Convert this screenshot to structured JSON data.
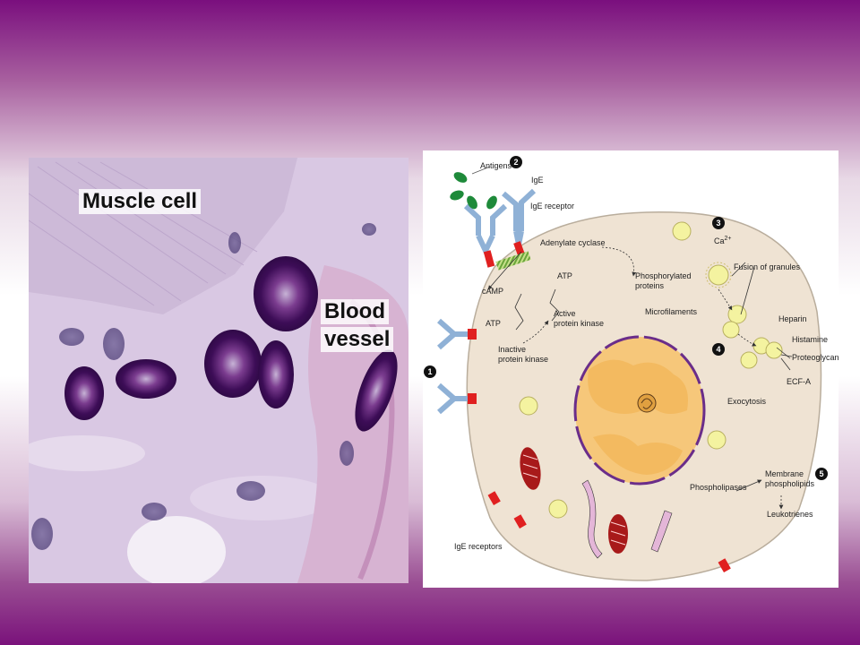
{
  "micrograph": {
    "label_muscle": "Muscle cell",
    "label_vessel_1": "Blood",
    "label_vessel_2": "vessel"
  },
  "diagram": {
    "steps": [
      "1",
      "2",
      "3",
      "4",
      "5"
    ],
    "labels": {
      "antigens": "Antigens",
      "ige": "IgE",
      "ige_receptor": "IgE receptor",
      "adenylate_cyclase": "Adenylate cyclase",
      "phosphorylated_1": "Phosphorylated",
      "phosphorylated_2": "proteins",
      "atp_left": "ATP",
      "camp": "cAMP",
      "atp_mid": "ATP",
      "active_pk_1": "Active",
      "active_pk_2": "protein kinase",
      "inactive_pk_1": "Inactive",
      "inactive_pk_2": "protein kinase",
      "ca": "Ca",
      "ca_sup": "2+",
      "fusion": "Fusion of granules",
      "microfilaments": "Microfilaments",
      "heparin": "Heparin",
      "histamine": "Histamine",
      "proteoglycans": "Proteoglycans",
      "ecf_a": "ECF-A",
      "exocytosis": "Exocytosis",
      "phospholipases": "Phospholipases",
      "membrane_1": "Membrane",
      "membrane_2": "phospholipids",
      "leukotrienes": "Leukotrienes",
      "ige_receptors": "IgE receptors"
    },
    "colors": {
      "cell": "#efe3d3",
      "nucleus": "#f6c77a",
      "granule": "#f4f3a0",
      "receptor": "#8fb1d6",
      "ige_tip": "#e02020",
      "mitochondrion": "#a81a1a",
      "antigen": "#1e8a3a"
    }
  }
}
